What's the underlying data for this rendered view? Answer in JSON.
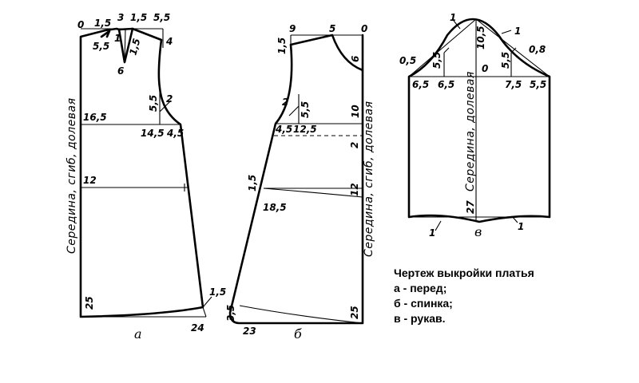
{
  "caption": {
    "title": "Чертеж выкройки платья",
    "items": [
      "а - перед;",
      "б - спинка;",
      "в - рукав."
    ]
  },
  "front": {
    "letter": "а",
    "fold_label": "Середина, сгиб, долевая",
    "labels": {
      "zero": "0",
      "neck_w": "1,5",
      "dart_top": "3",
      "dart_w": "1,5",
      "shoulder": "5,5",
      "shoulder_end": "4",
      "neck_d": "5,5",
      "dart_left": "1",
      "dart_len": "6",
      "dart_slope": "1,5",
      "arm_d": "5,5",
      "arm_2": "2",
      "bust_line": "16,5",
      "chest_w": "14,5",
      "side_ext": "4,5",
      "waist": "12",
      "hem_len": "25",
      "hem_w": "24",
      "hem_raise": "1,5"
    }
  },
  "back": {
    "letter": "б",
    "fold_label": "Середина, сгиб, долевая",
    "labels": {
      "top_w": "9",
      "neck_w": "5",
      "zero": "0",
      "shoulder_drop": "1,5",
      "neck_d": "6",
      "arm_2": "2",
      "arm_d": "5,5",
      "arm_10": "10",
      "chest_side": "4,5",
      "chest_w": "12,5",
      "yoke": "2",
      "waist_raise": "1,5",
      "waist": "12",
      "waist_w": "18,5",
      "hem_len": "25",
      "hem_raise": "3,5",
      "hem_w": "23"
    }
  },
  "sleeve": {
    "letter": "в",
    "fold_label": "Середина, долевая",
    "labels": {
      "cap_1_left": "1",
      "cap_1_right": "1",
      "cap_h": "10,5",
      "left_05": "0,5",
      "left_55": "5,5",
      "right_55": "5,5",
      "right_08": "0,8",
      "zero": "0",
      "b_left_65a": "6,5",
      "b_left_65b": "6,5",
      "b_right_75": "7,5",
      "b_right_55": "5,5",
      "length": "27",
      "hem_1_left": "1",
      "hem_1_right": "1"
    }
  }
}
